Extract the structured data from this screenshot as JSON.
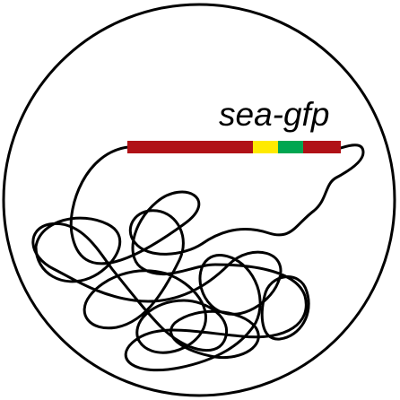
{
  "diagram": {
    "gene_label": "sea-gfp",
    "colors": {
      "outline": "#000000",
      "background": "#ffffff",
      "gene_body": "#b01116",
      "yellow_segment": "#ffea00",
      "green_segment": "#00a651"
    },
    "segments": [
      "gene-body",
      "yellow-segment",
      "green-segment",
      "gene-tail"
    ]
  }
}
